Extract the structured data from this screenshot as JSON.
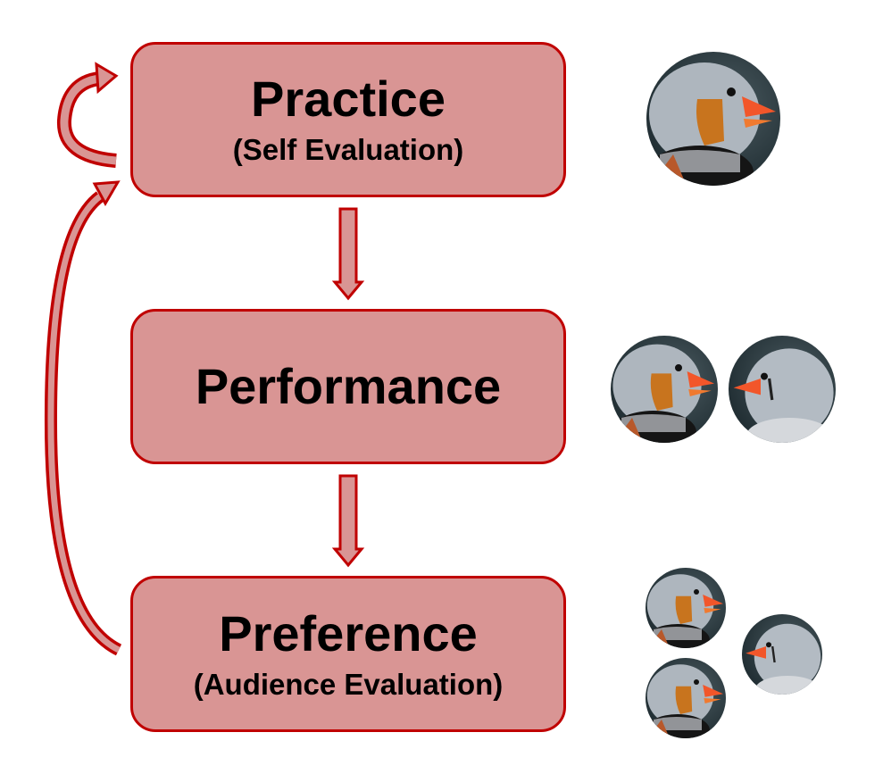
{
  "colors": {
    "box_fill": "#d99594",
    "box_stroke": "#c00000",
    "arrow_fill": "#d99594",
    "arrow_stroke": "#c00000"
  },
  "stages": [
    {
      "title": "Practice",
      "subtitle": "(Self Evaluation)",
      "birds": [
        "male"
      ]
    },
    {
      "title": "Performance",
      "subtitle": null,
      "birds": [
        "male",
        "female"
      ]
    },
    {
      "title": "Preference",
      "subtitle": "(Audience Evaluation)",
      "birds": [
        "male",
        "male",
        "female"
      ]
    }
  ]
}
